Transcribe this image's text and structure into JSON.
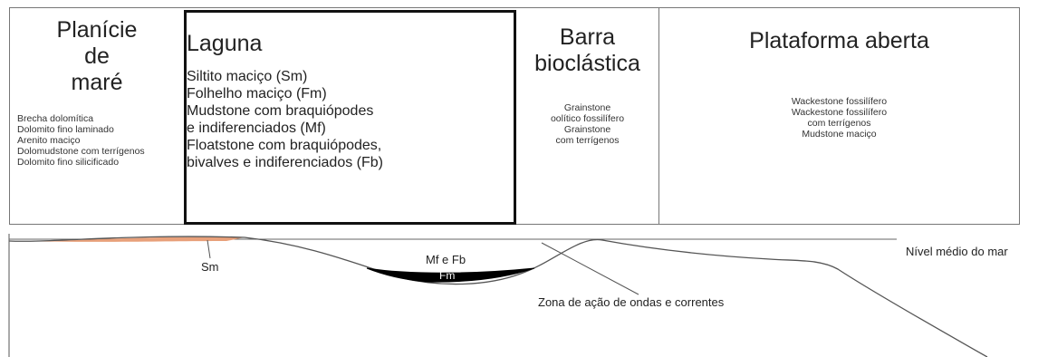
{
  "columns": {
    "planicie": {
      "title_lines": [
        "Planície",
        "de",
        "maré"
      ],
      "items": [
        "Brecha dolomítica",
        "Dolomito fino laminado",
        "Arenito maciço",
        "Dolomudstone com terrígenos",
        "Dolomito fino silicificado"
      ]
    },
    "laguna": {
      "title": "Laguna",
      "items": [
        "Siltito maciço (Sm)",
        "Folhelho maciço (Fm)",
        "Mudstone com braquiópodes",
        "e  indiferenciados (Mf)",
        "Floatstone com braquiópodes,",
        "bivalves e indiferenciados (Fb)"
      ]
    },
    "barra": {
      "title_lines": [
        "Barra",
        "bioclástica"
      ],
      "items": [
        "Grainstone",
        "oolítico fossilífero",
        "Grainstone",
        "com terrígenos"
      ]
    },
    "plataforma": {
      "title": "Plataforma aberta",
      "items": [
        "Wackestone fossilífero",
        "Wackestone fossilífero",
        "com terrígenos",
        "Mudstone maciço"
      ]
    }
  },
  "profile_labels": {
    "sm": "Sm",
    "mf_fb": "Mf e Fb",
    "fm": "Fm",
    "zona": "Zona de ação de ondas e correntes",
    "nivel": "Nível médio do mar"
  },
  "colors": {
    "sm_fill": "#e8a07a",
    "fm_fill": "#000000",
    "line": "#555555"
  }
}
